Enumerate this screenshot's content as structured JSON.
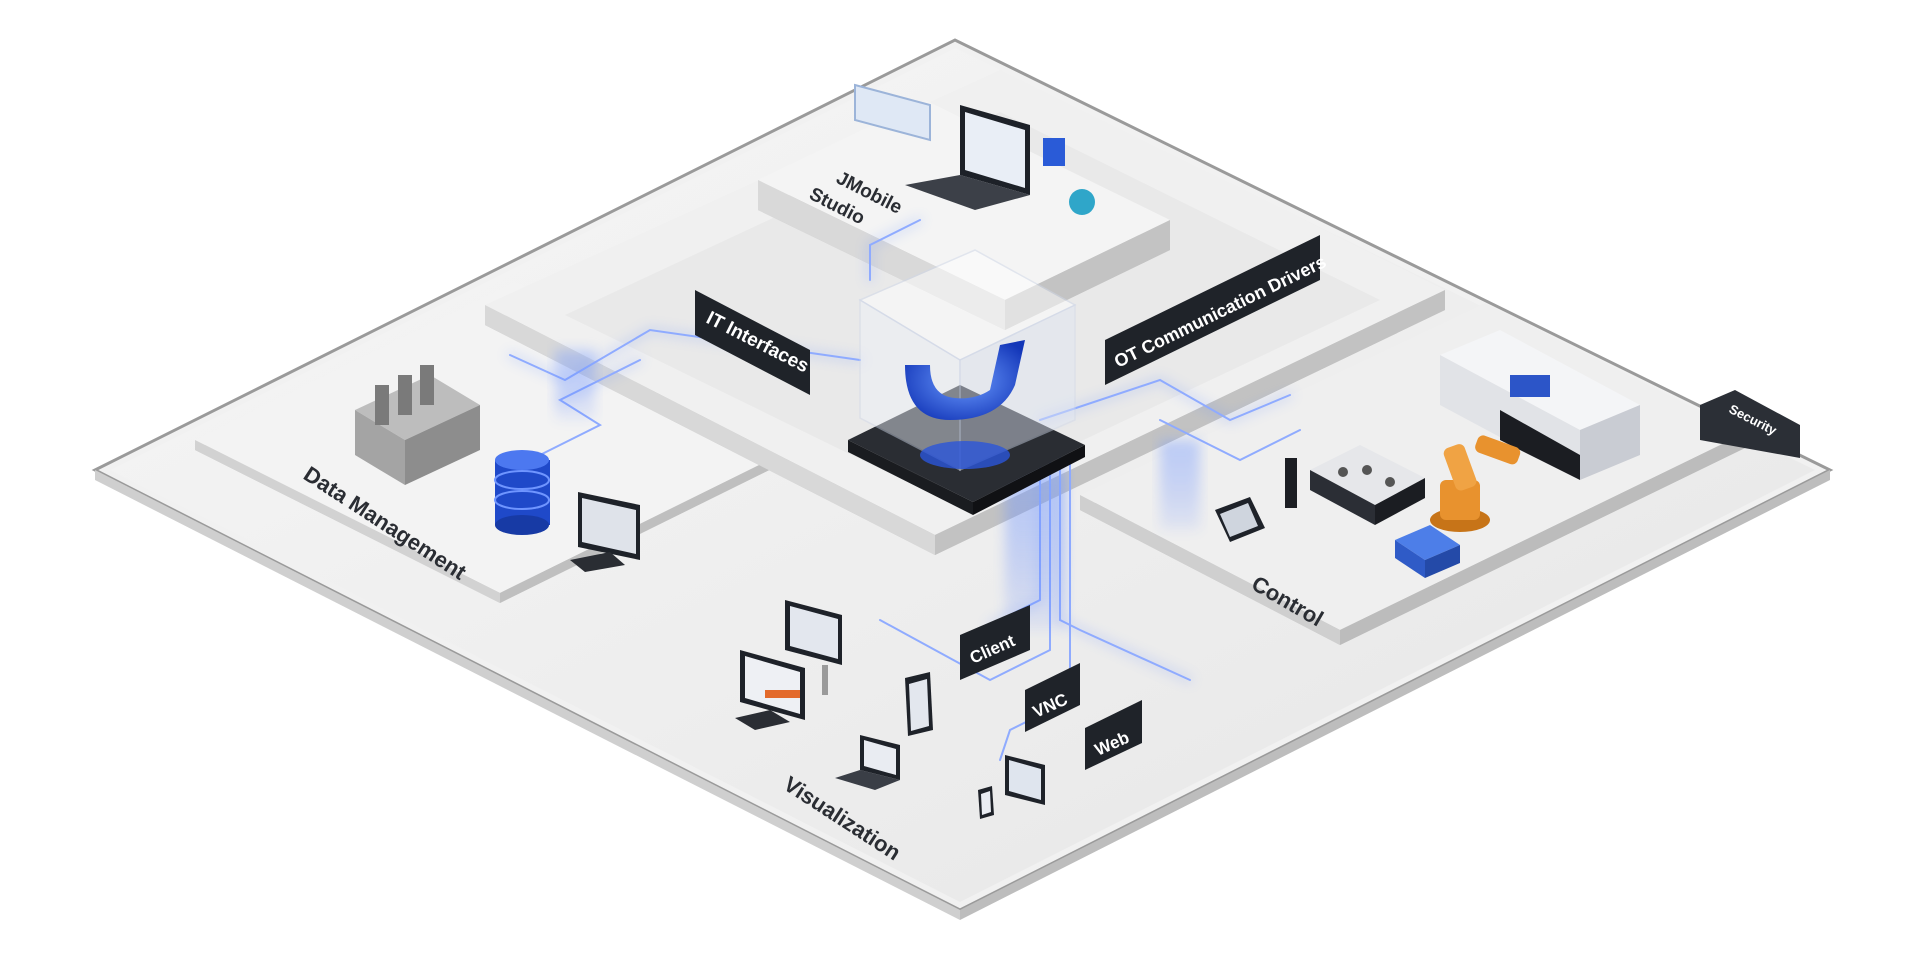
{
  "diagram": {
    "center_label": "",
    "labels": {
      "jmobile_studio_line1": "JMobile",
      "jmobile_studio_line2": "Studio",
      "it_interfaces": "IT Interfaces",
      "ot_communication_drivers": "OT Communication Drivers",
      "data_management": "Data Management",
      "control": "Control",
      "visualization": "Visualization",
      "client": "Client",
      "vnc": "VNC",
      "web": "Web",
      "security": "Security"
    },
    "icons": [
      "factory-icon",
      "database-icon",
      "desktop-monitor-icon",
      "laptop-icon",
      "tablet-icon",
      "phone-icon",
      "panel-pc-icon",
      "robot-arm-icon",
      "injection-machine-icon",
      "cube-logo-icon",
      "servo-drive-icon"
    ],
    "colors": {
      "platform_top": "#eeeeee",
      "platform_side": "#c9c9c9",
      "tag_dark": "#1f2329",
      "glow_blue": "#3b6bff",
      "logo_blue": "#1f4fd8",
      "robot_orange": "#e8922e"
    }
  }
}
